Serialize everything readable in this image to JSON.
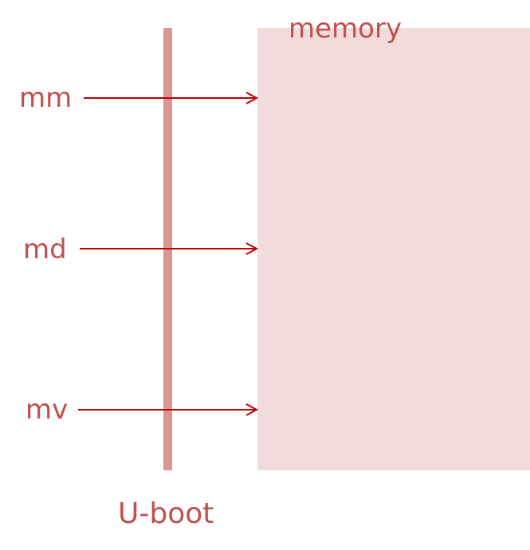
{
  "diagram": {
    "memory": {
      "label": "memory"
    },
    "uboot": {
      "label": "U-boot"
    },
    "commands": [
      {
        "id": "mm",
        "label": "mm"
      },
      {
        "id": "md",
        "label": "md"
      },
      {
        "id": "mv",
        "label": "mv"
      }
    ]
  },
  "colors": {
    "text": "#c0504d",
    "memory_fill": "#f2dcdb",
    "uboot_bar": "#d99694",
    "arrow": "#c00000"
  }
}
